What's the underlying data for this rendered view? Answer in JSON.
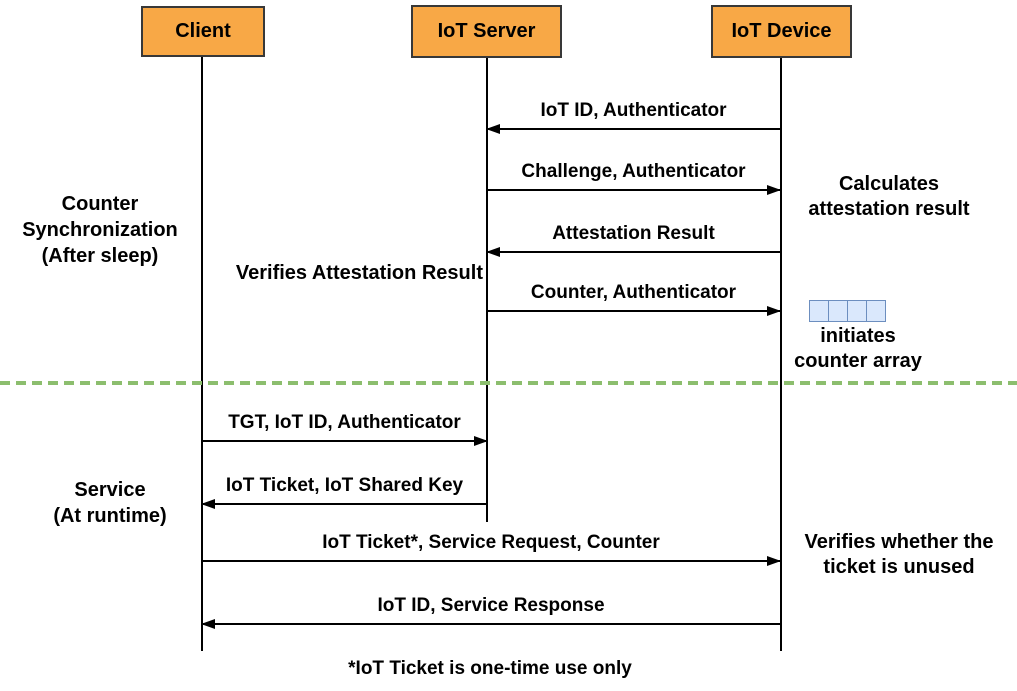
{
  "colors": {
    "actor_fill": "#F8A846",
    "actor_border": "#383838",
    "line": "#000000",
    "divider_green": "#8CBE6E",
    "cell_fill": "#DAE8FC",
    "cell_border": "#6C8EBF"
  },
  "actors": [
    {
      "label": "Client"
    },
    {
      "label": "IoT Server"
    },
    {
      "label": "IoT Device"
    }
  ],
  "phases": [
    {
      "lines": [
        "Counter",
        "Synchronization",
        "(After sleep)"
      ]
    },
    {
      "lines": [
        "Service",
        "(At runtime)"
      ]
    }
  ],
  "messages": [
    {
      "label": "IoT ID, Authenticator",
      "from": "IoT Device",
      "to": "IoT Server",
      "direction": "left"
    },
    {
      "label": "Challenge, Authenticator",
      "from": "IoT Server",
      "to": "IoT Device",
      "direction": "right"
    },
    {
      "label": "Attestation Result",
      "from": "IoT Device",
      "to": "IoT Server",
      "direction": "left"
    },
    {
      "label": "Counter, Authenticator",
      "from": "IoT Server",
      "to": "IoT Device",
      "direction": "right"
    },
    {
      "label": "TGT, IoT ID, Authenticator",
      "from": "Client",
      "to": "IoT Server",
      "direction": "right"
    },
    {
      "label": "IoT Ticket, IoT Shared Key",
      "from": "IoT Server",
      "to": "Client",
      "direction": "left"
    },
    {
      "label": "IoT Ticket*, Service Request, Counter",
      "from": "Client",
      "to": "IoT Device",
      "direction": "right"
    },
    {
      "label": "IoT ID, Service Response",
      "from": "IoT Device",
      "to": "Client",
      "direction": "left"
    }
  ],
  "annotations": {
    "verifies_attestation": "Verifies Attestation Result",
    "calculates": {
      "lines": [
        "Calculates",
        "attestation result"
      ]
    },
    "initiates": {
      "lines": [
        "initiates",
        "counter array"
      ]
    },
    "verifies_ticket": {
      "lines": [
        "Verifies whether the",
        "ticket is unused"
      ]
    },
    "counter_array_cells": 4
  },
  "footnote": "*IoT Ticket is one-time use only"
}
